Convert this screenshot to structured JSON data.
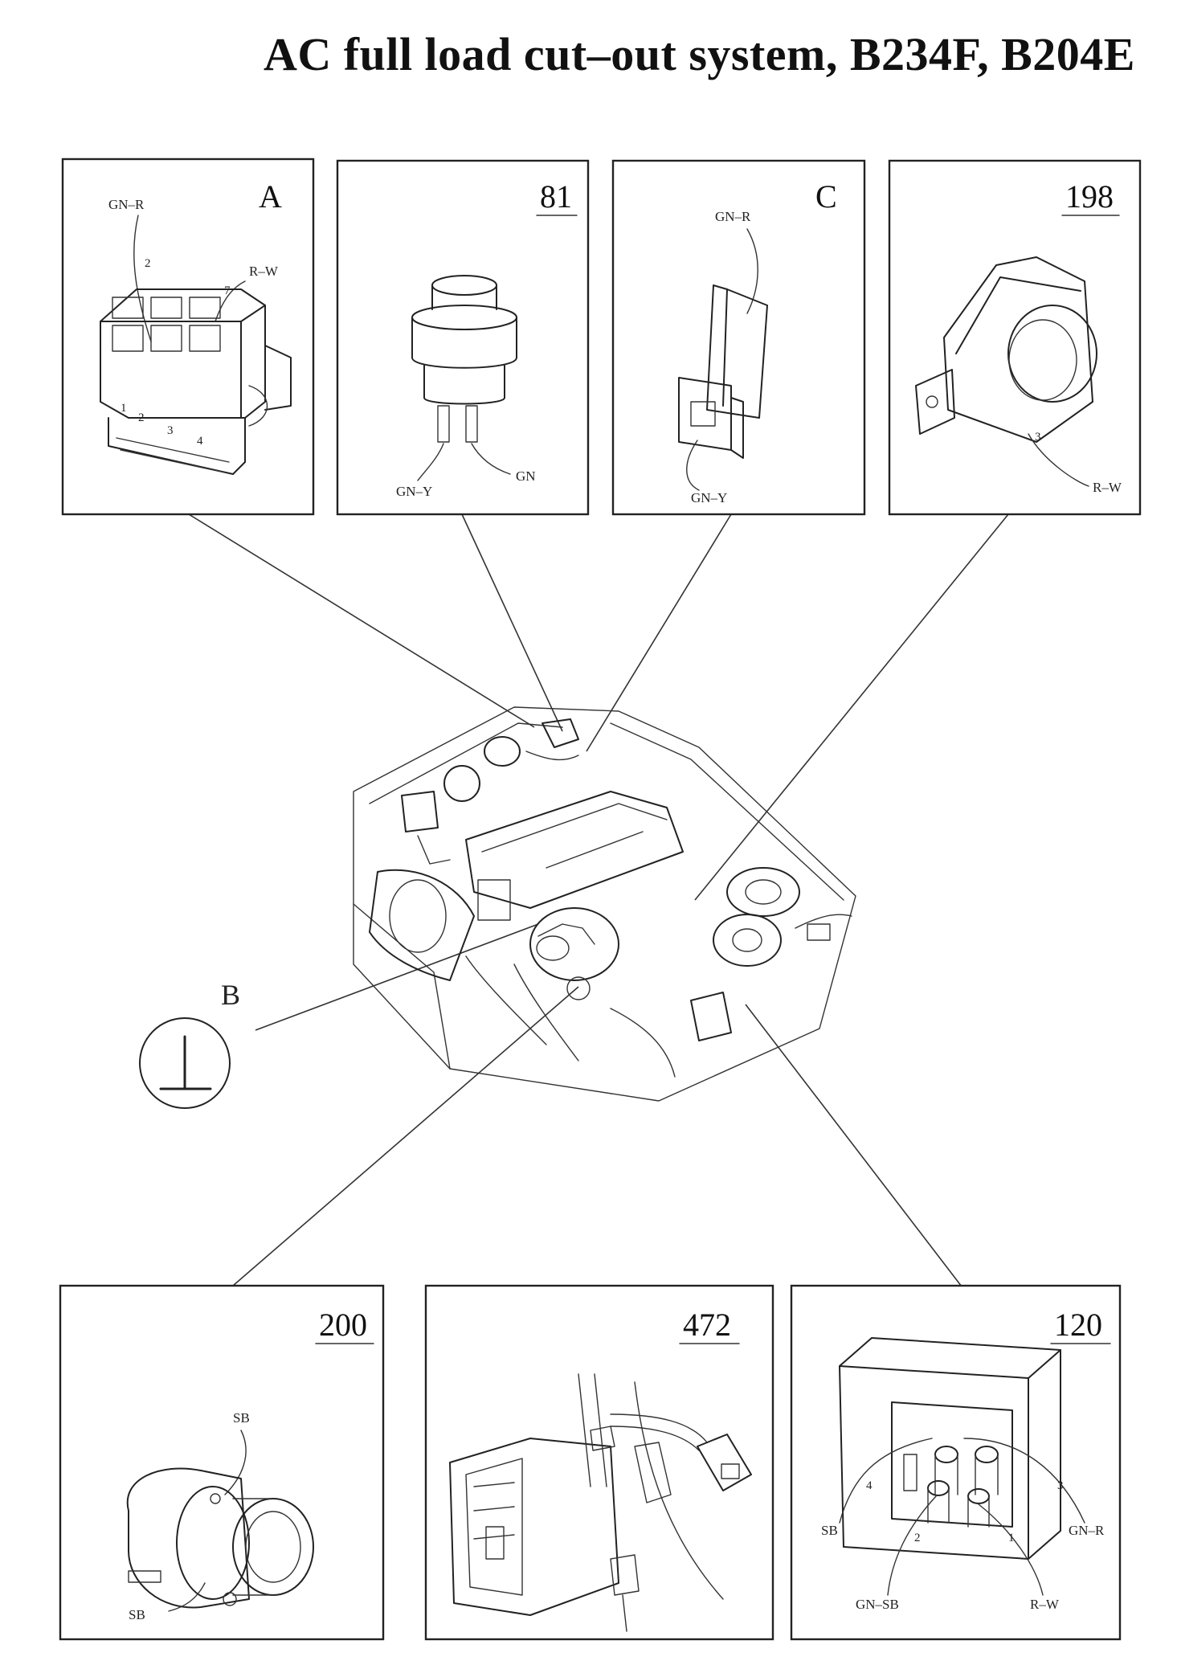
{
  "title": "AC full load cut–out system, B234F, B204E",
  "panels": {
    "A": {
      "label": "A",
      "wires": [
        "GN–R",
        "R–W"
      ],
      "pins": [
        "2",
        "7",
        "1",
        "2",
        "3",
        "4"
      ]
    },
    "p81": {
      "label": "81",
      "wires": [
        "GN–Y",
        "GN"
      ]
    },
    "C": {
      "label": "C",
      "wires": [
        "GN–R",
        "GN–Y"
      ]
    },
    "p198": {
      "label": "198",
      "wires": [
        "R–W"
      ],
      "pins": [
        "3"
      ]
    },
    "p200": {
      "label": "200",
      "wires": [
        "SB",
        "SB"
      ]
    },
    "p472": {
      "label": "472"
    },
    "p120": {
      "label": "120",
      "wires": [
        "SB",
        "GN–SB",
        "R–W",
        "GN–R"
      ],
      "pins": [
        "4",
        "2",
        "1",
        "3"
      ]
    }
  },
  "ground": {
    "label": "B",
    "symbol": "ground-symbol"
  }
}
